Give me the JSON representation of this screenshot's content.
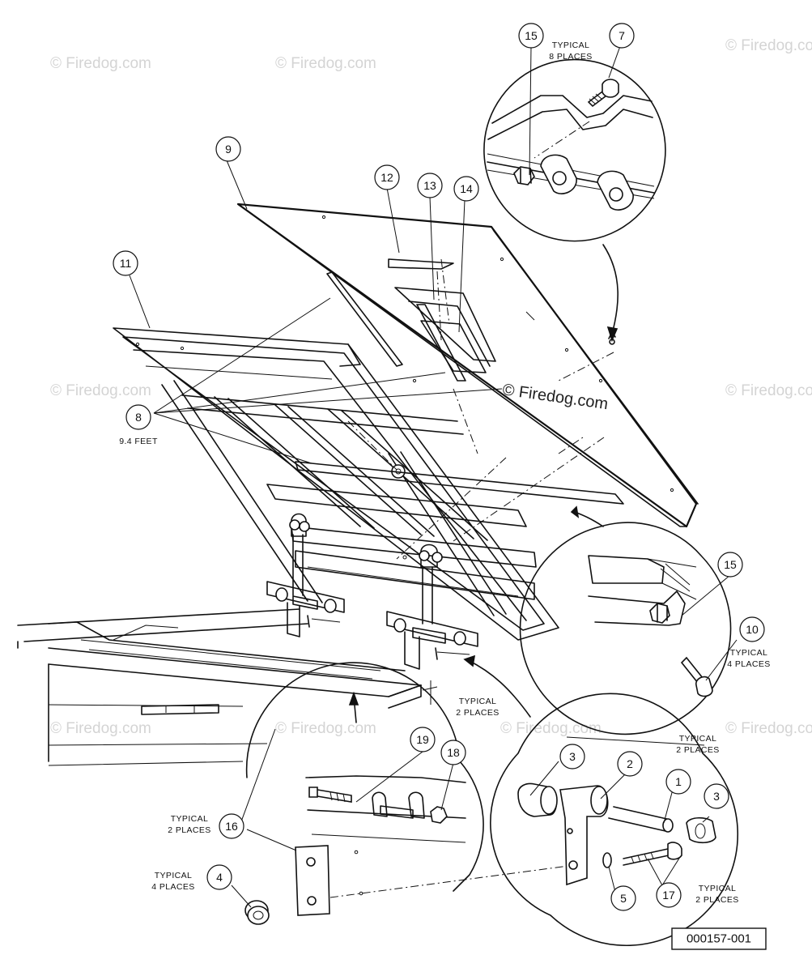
{
  "diagram": {
    "reference_number": "000157-001",
    "center_watermark": "© Firedog.com",
    "faint_watermark": "© Firedog.com",
    "callouts": [
      {
        "id": "c15a",
        "label": "15"
      },
      {
        "id": "c7",
        "label": "7"
      },
      {
        "id": "c9",
        "label": "9"
      },
      {
        "id": "c12",
        "label": "12"
      },
      {
        "id": "c13",
        "label": "13"
      },
      {
        "id": "c14",
        "label": "14"
      },
      {
        "id": "c11",
        "label": "11"
      },
      {
        "id": "c8",
        "label": "8"
      },
      {
        "id": "c15b",
        "label": "15"
      },
      {
        "id": "c10",
        "label": "10"
      },
      {
        "id": "c19",
        "label": "19"
      },
      {
        "id": "c18",
        "label": "18"
      },
      {
        "id": "c16",
        "label": "16"
      },
      {
        "id": "c4",
        "label": "4"
      },
      {
        "id": "c3a",
        "label": "3"
      },
      {
        "id": "c2",
        "label": "2"
      },
      {
        "id": "c1",
        "label": "1"
      },
      {
        "id": "c3b",
        "label": "3"
      },
      {
        "id": "c5",
        "label": "5"
      },
      {
        "id": "c17",
        "label": "17"
      }
    ],
    "notes": {
      "typical_8_line1": "TYPICAL",
      "typical_8_line2": "8 PLACES",
      "feet_note": "9.4 FEET",
      "typical_4a_line1": "TYPICAL",
      "typical_4a_line2": "4 PLACES",
      "typical_2a_line1": "TYPICAL",
      "typical_2a_line2": "2 PLACES",
      "typical_2b_line1": "TYPICAL",
      "typical_2b_line2": "2 PLACES",
      "typical_2c_line1": "TYPICAL",
      "typical_2c_line2": "2 PLACES",
      "typical_4b_line1": "TYPICAL",
      "typical_4b_line2": "4 PLACES",
      "typical_2d_line1": "TYPICAL",
      "typical_2d_line2": "2 PLACES"
    }
  }
}
